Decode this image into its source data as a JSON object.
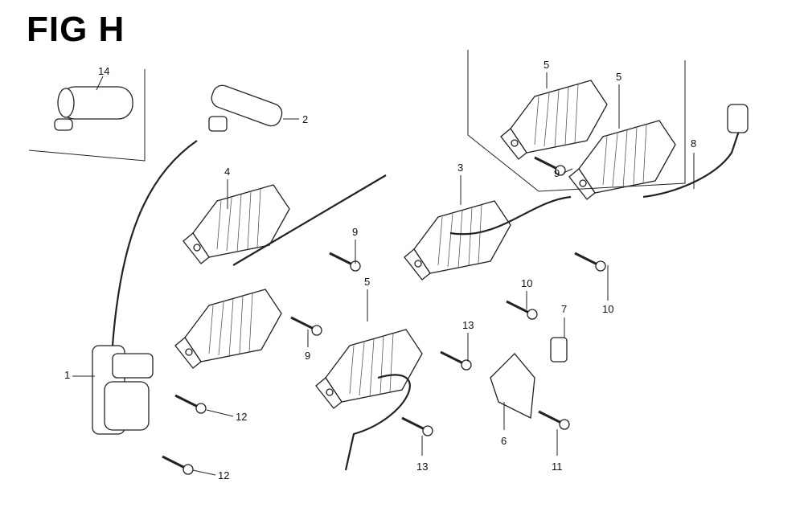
{
  "figure": {
    "title": "FIG H"
  },
  "callouts": {
    "c14": "14",
    "c2": "2",
    "c5a": "5",
    "c5b": "5",
    "c8": "8",
    "c9a": "9",
    "c4": "4",
    "c3": "3",
    "c9b": "9",
    "c10a": "10",
    "c10b": "10",
    "c7": "7",
    "c5c": "5",
    "c9c": "9",
    "c13a": "13",
    "c1": "1",
    "c12a": "12",
    "c6": "6",
    "c13b": "13",
    "c11": "11",
    "c12b": "12"
  }
}
